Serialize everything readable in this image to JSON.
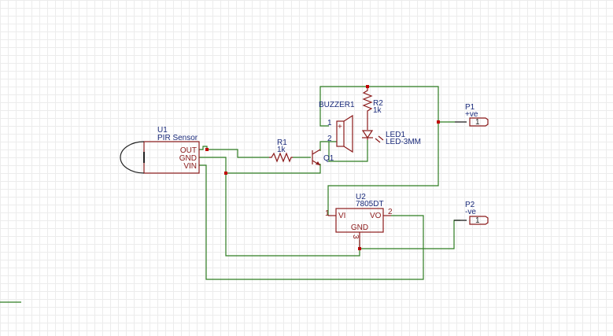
{
  "components": {
    "u1": {
      "ref": "U1",
      "value": "PIR Sensor",
      "pins": [
        "OUT",
        "GND",
        "VIN"
      ]
    },
    "r1": {
      "ref": "R1",
      "value": "1k"
    },
    "r2": {
      "ref": "R2",
      "value": "1k"
    },
    "q1": {
      "ref": "Q1"
    },
    "buzzer": {
      "ref": "BUZZER1",
      "pin1": "1",
      "pin2": "2",
      "plus": "+"
    },
    "led1": {
      "ref": "LED1",
      "value": "LED-3MM"
    },
    "u2": {
      "ref": "U2",
      "value": "7805DT",
      "vi": "VI",
      "vo": "VO",
      "gnd": "GND",
      "pin1": "1",
      "pin2": "2",
      "pin3": "3"
    },
    "p1": {
      "ref": "P1",
      "value": "+ve",
      "pin": "1"
    },
    "p2": {
      "ref": "P2",
      "value": "-ve",
      "pin": "1"
    }
  },
  "colors": {
    "wire": "#2e7d22",
    "part": "#8b1a1a",
    "junction": "#c00000",
    "label": "#1a2a7a"
  }
}
